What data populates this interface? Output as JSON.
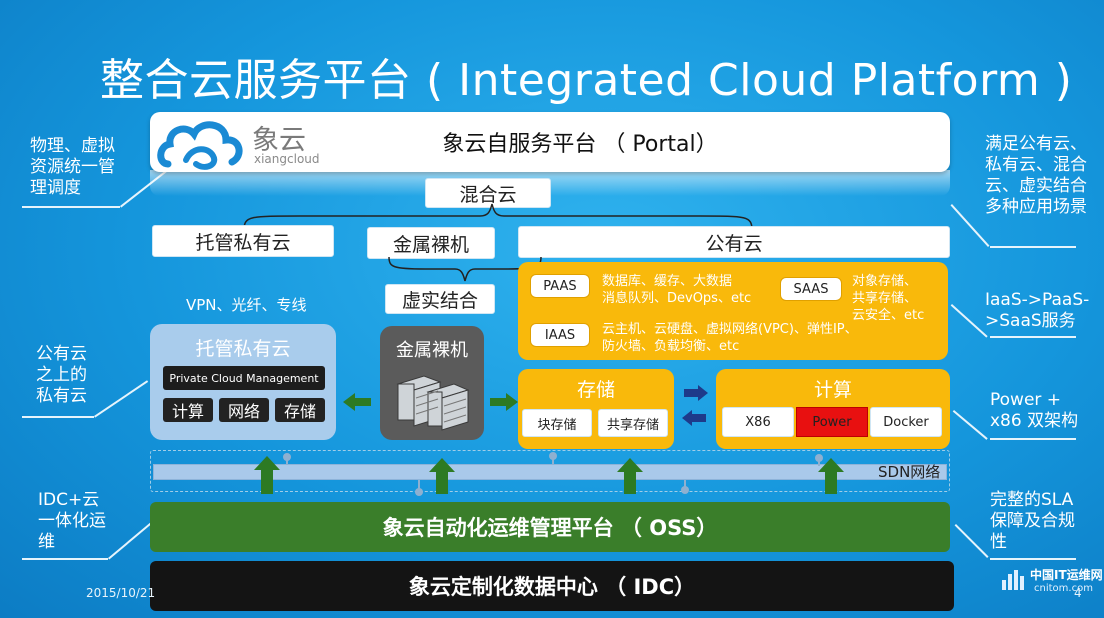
{
  "title": "整合云服务平台 ( Integrated Cloud Platform )",
  "logo": {
    "name": "象云",
    "sub": "xiangcloud"
  },
  "portal": "象云自服务平台 （ Portal）",
  "hybrid": "混合云",
  "hosted_private": "托管私有云",
  "bare_metal_top": "金属裸机",
  "public_cloud": "公有云",
  "virtual_real": "虚实结合",
  "network_links": "VPN、光纤、专线",
  "private_box": {
    "title": "托管私有云",
    "mgmt": "Private Cloud Management",
    "items": [
      "计算",
      "网络",
      "存储"
    ]
  },
  "bare_metal_box": "金属裸机",
  "paas": {
    "label": "PAAS",
    "desc": [
      "数据库、缓存、大数据",
      "消息队列、DevOps、etc"
    ]
  },
  "saas": {
    "label": "SAAS",
    "desc": [
      "对象存储、",
      "共享存储、",
      "云安全、etc"
    ]
  },
  "iaas": {
    "label": "IAAS",
    "desc": [
      "云主机、云硬盘、虚拟网络(VPC)、弹性IP、",
      "防火墙、负载均衡、etc"
    ]
  },
  "storage": {
    "title": "存储",
    "items": [
      "块存储",
      "共享存储"
    ]
  },
  "compute": {
    "title": "计算",
    "items": [
      "X86",
      "Power",
      "Docker"
    ]
  },
  "sdn": "SDN网络",
  "oss": "象云自动化运维管理平台 （ OSS）",
  "idc": "象云定制化数据中心 （ IDC）",
  "left_notes": [
    "物理、虚拟资源统一管理调度",
    "公有云之上的私有云",
    "IDC+云一体化运维"
  ],
  "right_notes": [
    "满足公有云、私有云、混合云、虚实结合多种应用场景",
    "IaaS->PaaS->SaaS服务",
    "Power + x86 双架构",
    "完整的SLA保障及合规性"
  ],
  "footer": {
    "date": "2015/10/21",
    "page": "4",
    "watermark": "中国IT运维网",
    "watermark_url": "cnitom.com"
  },
  "colors": {
    "background": "#1596dc",
    "orange": "#f9b90b",
    "green": "#3a7e2a",
    "dark": "#141414",
    "power": "#e81010"
  }
}
